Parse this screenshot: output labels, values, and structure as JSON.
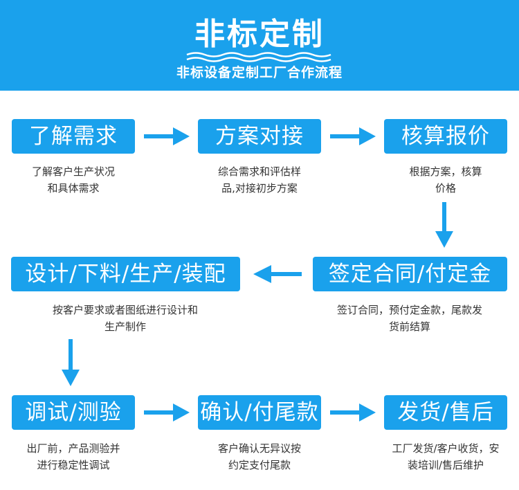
{
  "header": {
    "title": "非标定制",
    "subtitle": "非标设备定制工厂合作流程"
  },
  "steps": [
    {
      "label": "了解需求",
      "desc": [
        "了解客户生产状况",
        "和具体需求"
      ]
    },
    {
      "label": "方案对接",
      "desc": [
        "综合需求和评估样",
        "品,对接初步方案"
      ]
    },
    {
      "label": "核算报价",
      "desc": [
        "根据方案，核算",
        "价格"
      ]
    },
    {
      "label": "签定合同/付定金",
      "desc": [
        "签订合同，预付定金款，尾款发",
        "货前结算"
      ]
    },
    {
      "label": "设计/下料/生产/装配",
      "desc": [
        "按客户要求或者图纸进行设计和",
        "生产制作"
      ]
    },
    {
      "label": "调试/测验",
      "desc": [
        "出厂前，产品测验并",
        "进行稳定性调试"
      ]
    },
    {
      "label": "确认/付尾款",
      "desc": [
        "客户确认无异议按",
        "约定支付尾款"
      ]
    },
    {
      "label": "发货/售后",
      "desc": [
        "工厂发货/客户收货，安",
        "装培训/售后维护"
      ]
    }
  ],
  "colors": {
    "accent": "#1aa1ec",
    "text": "#333333"
  }
}
